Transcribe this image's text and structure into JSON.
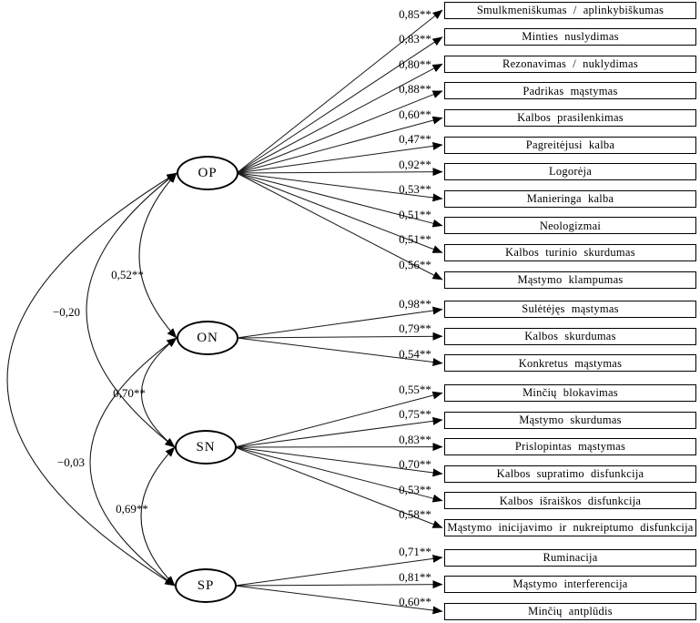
{
  "diagram_type": "confirmatory-factor-path-model",
  "colors": {
    "background": "#ffffff",
    "line": "#1a1a1a",
    "node_border": "#000000",
    "text": "#000000"
  },
  "factors": [
    {
      "id": "OP",
      "label": "OP",
      "indicators": [
        {
          "label": "Smulkmeniškumas / aplinkybiškumas",
          "loading": "0,85**"
        },
        {
          "label": "Minties nuslydimas",
          "loading": "0,83**"
        },
        {
          "label": "Rezonavimas / nuklydimas",
          "loading": "0,80**"
        },
        {
          "label": "Padrikas mąstymas",
          "loading": "0,88**"
        },
        {
          "label": "Kalbos prasilenkimas",
          "loading": "0,60**"
        },
        {
          "label": "Pagreitėjusi kalba",
          "loading": "0,47**"
        },
        {
          "label": "Logorėja",
          "loading": "0,92**"
        },
        {
          "label": "Manieringa kalba",
          "loading": "0,53**"
        },
        {
          "label": "Neologizmai",
          "loading": "0,51**"
        },
        {
          "label": "Kalbos turinio skurdumas",
          "loading": "0,51**"
        },
        {
          "label": "Mąstymo klampumas",
          "loading": "0,56**"
        }
      ]
    },
    {
      "id": "ON",
      "label": "ON",
      "indicators": [
        {
          "label": "Sulėtėjęs mąstymas",
          "loading": "0,98**"
        },
        {
          "label": "Kalbos skurdumas",
          "loading": "0,79**"
        },
        {
          "label": "Konkretus mąstymas",
          "loading": "0,54**"
        }
      ]
    },
    {
      "id": "SN",
      "label": "SN",
      "indicators": [
        {
          "label": "Minčių blokavimas",
          "loading": "0,55**"
        },
        {
          "label": "Mąstymo skurdumas",
          "loading": "0,75**"
        },
        {
          "label": "Prislopintas mąstymas",
          "loading": "0,83**"
        },
        {
          "label": "Kalbos supratimo disfunkcija",
          "loading": "0,70**"
        },
        {
          "label": "Kalbos išraiškos disfunkcija",
          "loading": "0,53**"
        },
        {
          "label": "Mąstymo inicijavimo ir nukreiptumo disfunkcija",
          "loading": "0,58**"
        }
      ]
    },
    {
      "id": "SP",
      "label": "SP",
      "indicators": [
        {
          "label": "Ruminacija",
          "loading": "0,71**"
        },
        {
          "label": "Mąstymo interferencija",
          "loading": "0,81**"
        },
        {
          "label": "Minčių antplūdis",
          "loading": "0,60**"
        }
      ]
    }
  ],
  "correlations": [
    {
      "from": "OP",
      "to": "ON",
      "value": "0,52**"
    },
    {
      "from": "OP",
      "to": "SN",
      "value": "−0,20"
    },
    {
      "from": "OP",
      "to": "SP",
      "value": ""
    },
    {
      "from": "ON",
      "to": "SN",
      "value": "0,70**"
    },
    {
      "from": "ON",
      "to": "SP",
      "value": "−0,03"
    },
    {
      "from": "SN",
      "to": "SP",
      "value": "0,69**"
    }
  ]
}
